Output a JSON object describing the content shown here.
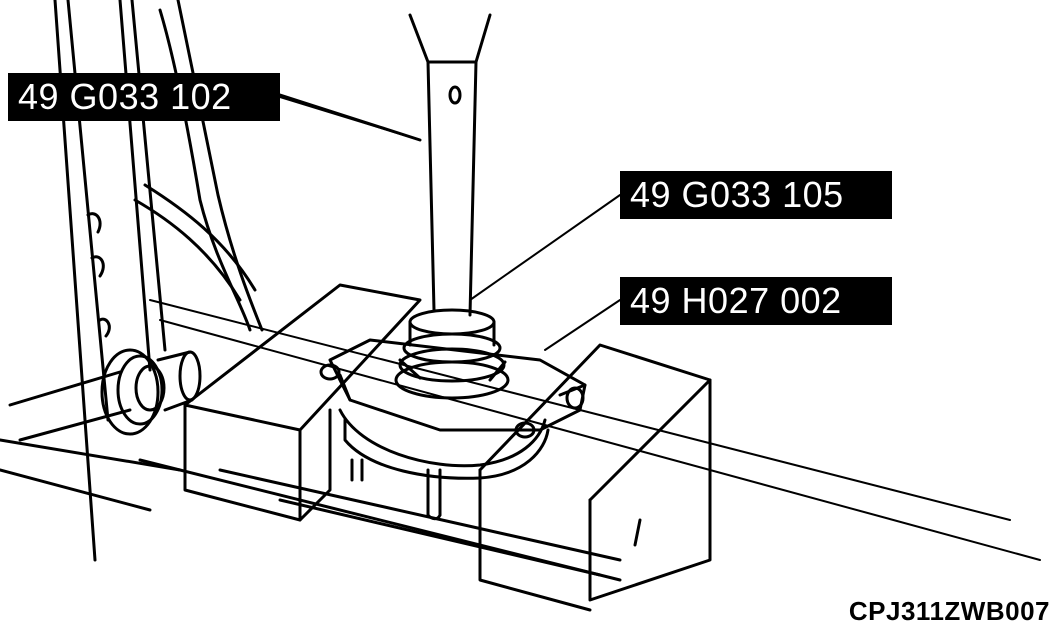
{
  "callouts": {
    "upper_left": "49 G033 102",
    "right_upper": "49 G033 105",
    "right_lower": "49 H027 002"
  },
  "figure_code": "CPJ311ZWB007",
  "colors": {
    "line": "#000000",
    "background": "#ffffff",
    "label_bg": "#000000",
    "label_text": "#ffffff"
  }
}
